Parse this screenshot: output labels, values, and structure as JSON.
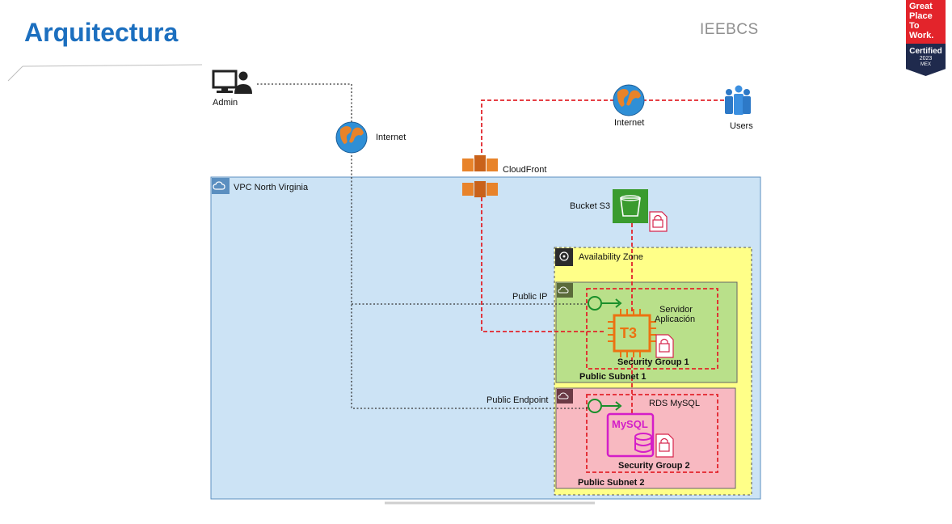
{
  "header": {
    "title": "Arquitectura",
    "brand": "IEEBCS",
    "badge": {
      "lines": [
        "Great",
        "Place",
        "To",
        "Work."
      ],
      "certified": "Certified",
      "year": "2023",
      "country": "MEX"
    }
  },
  "diagram": {
    "admin_label": "Admin",
    "internet_left_label": "Internet",
    "internet_right_label": "Internet",
    "users_label": "Users",
    "cloudfront_label": "CloudFront",
    "vpc_label": "VPC North Virginia",
    "bucket_label": "Bucket S3",
    "az_label": "Availability Zone",
    "public_ip_label": "Public IP",
    "server_label_line1": "Servidor",
    "server_label_line2": "Aplicación",
    "ec2_type": "T3",
    "sg1_label": "Security Group 1",
    "subnet1_label": "Public Subnet 1",
    "public_endpoint_label": "Public Endpoint",
    "rds_label": "RDS MySQL",
    "mysql_label": "MySQL",
    "sg2_label": "Security Group 2",
    "subnet2_label": "Public Subnet 2"
  },
  "colors": {
    "title": "#1c6fbf",
    "vpc_fill": "#cce3f5",
    "az_fill": "#ffff88",
    "subnet1_fill": "#b9e08a",
    "subnet2_fill": "#f8b9c1",
    "red_dash": "#e2242b",
    "ec2": "#ec7211",
    "mysql": "#d41ec8",
    "s3": "#3a9b2e"
  }
}
